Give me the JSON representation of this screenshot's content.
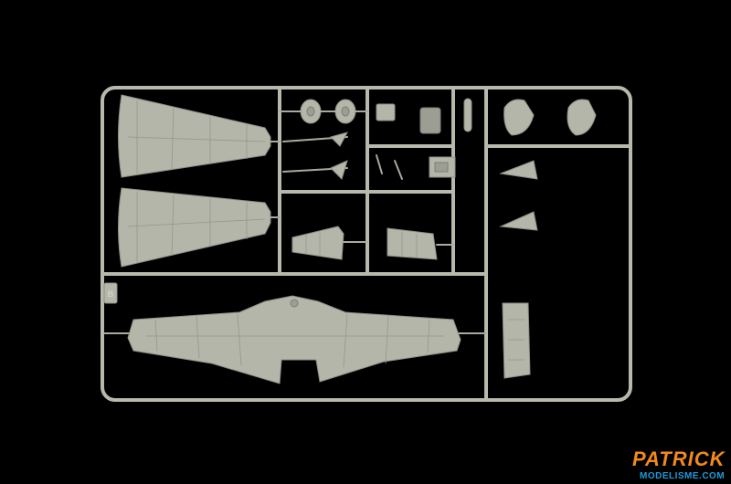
{
  "photo": {
    "subject": "model kit sprue",
    "frame_code": "B",
    "background_color": "#000000",
    "plastic_color": "#b4b6aa"
  },
  "watermark": {
    "brand_top": "PATRICK",
    "brand_bottom": "MODELISME.COM",
    "orange": "#f08a1e",
    "blue": "#1d9ad8"
  }
}
